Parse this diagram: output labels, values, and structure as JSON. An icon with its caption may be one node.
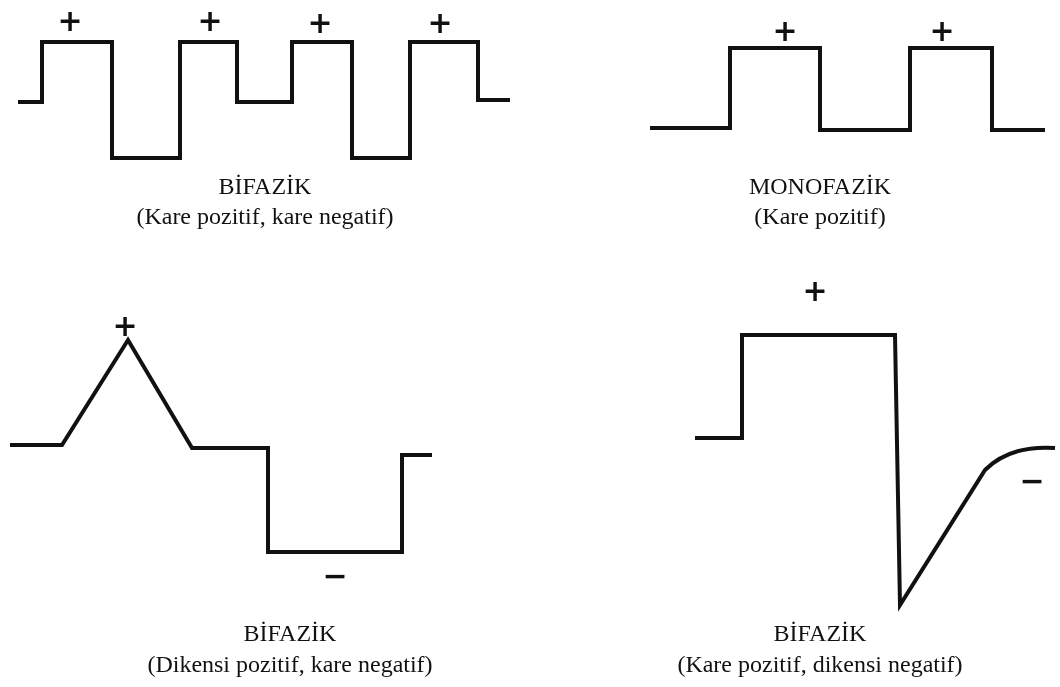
{
  "diagram": {
    "labels": [
      "+",
      "+",
      "+",
      "+",
      "+",
      "+",
      "BİFAZİK",
      "(Kare pozitif, kare negatif)",
      "MONOFAZİK",
      "(Kare pozitif)",
      "+",
      "−",
      "BİFAZİK",
      "(Dikensi pozitif, kare negatif)",
      "BİFAZİK",
      "(Kare pozitif, dikensi negatif)",
      "+",
      "−"
    ]
  }
}
